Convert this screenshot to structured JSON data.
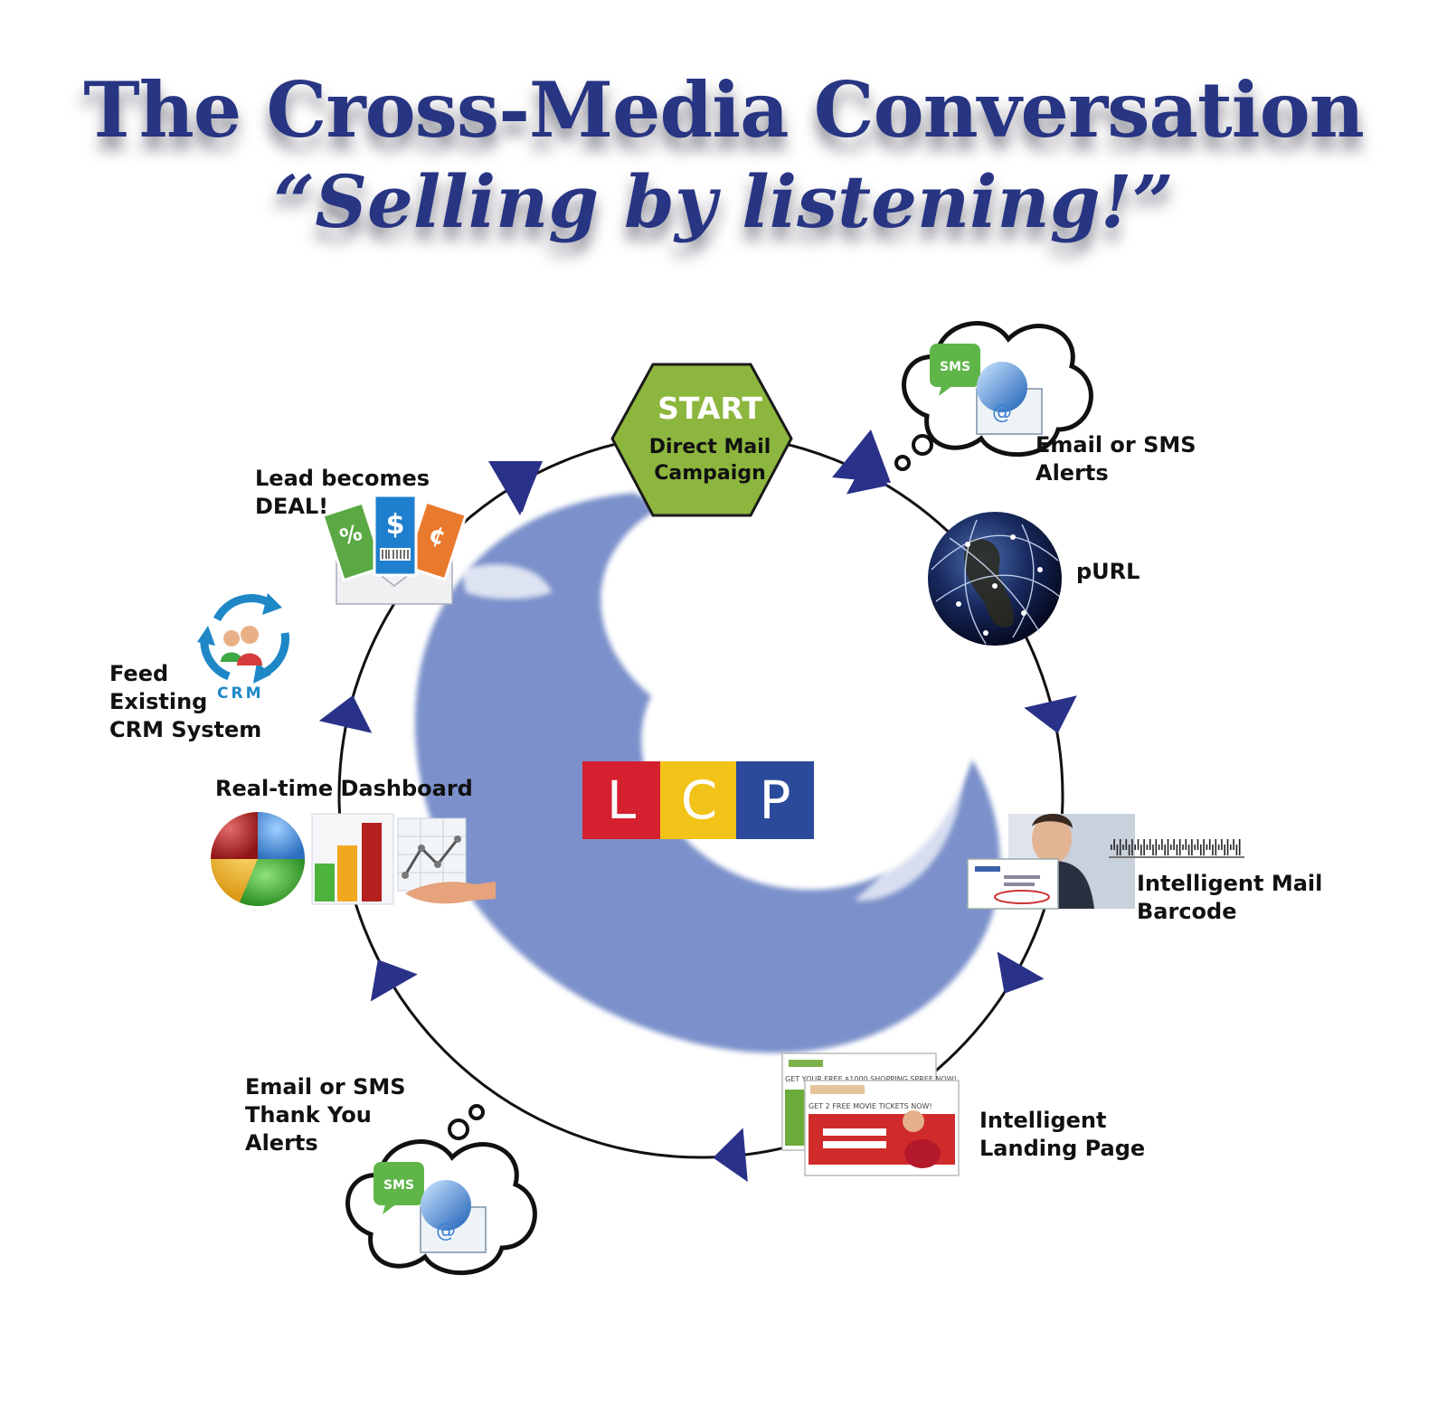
{
  "title": "The Cross-Media Conversation",
  "subtitle": "“Selling by listening!”",
  "start": {
    "heading": "START",
    "lines": [
      "Direct Mail",
      "Campaign"
    ]
  },
  "logo": {
    "letters": [
      "L",
      "C",
      "P"
    ],
    "colors": [
      "#d4202f",
      "#f2c318",
      "#2b4a9b"
    ]
  },
  "steps": [
    {
      "id": "email-sms-alerts",
      "lines": [
        "Email or SMS",
        "Alerts"
      ],
      "icon": "thought-cloud-sms-email-icon"
    },
    {
      "id": "purl",
      "lines": [
        "pURL"
      ],
      "icon": "globe-icon"
    },
    {
      "id": "intelligent-mail-barcode",
      "lines": [
        "Intelligent Mail",
        "Barcode"
      ],
      "icon": "man-with-mailpiece-photo"
    },
    {
      "id": "intelligent-landing-page",
      "lines": [
        "Intelligent",
        "Landing Page"
      ],
      "icon": "landing-page-screenshot"
    },
    {
      "id": "thank-you-alerts",
      "lines": [
        "Email or SMS",
        "Thank You",
        "Alerts"
      ],
      "icon": "thought-cloud-sms-email-icon"
    },
    {
      "id": "dashboard",
      "lines": [
        "Real-time Dashboard"
      ],
      "icon": "charts-icon"
    },
    {
      "id": "crm",
      "lines": [
        "Feed",
        "Existing",
        "CRM System"
      ],
      "icon": "crm-recycle-icon",
      "badge": "CRM"
    },
    {
      "id": "deal",
      "lines": [
        "Lead becomes",
        "DEAL!"
      ],
      "icon": "coupons-envelope-icon"
    }
  ],
  "landing_page": {
    "headline1": "GET YOUR FREE $1000 SHOPPING SPREE NOW!",
    "headline2": "GET 2 FREE MOVIE TICKETS NOW!"
  },
  "sms_text": "SMS",
  "email_text": "@",
  "percent_text": "%",
  "dollar_text": "$",
  "cent_text": "¢",
  "colors": {
    "title": "#283583",
    "arrow": "#2a3188",
    "swirl": "#7b91cb",
    "hex_fill": "#8db63e",
    "hex_stroke": "#1a1a1a",
    "circle": "#111111"
  }
}
